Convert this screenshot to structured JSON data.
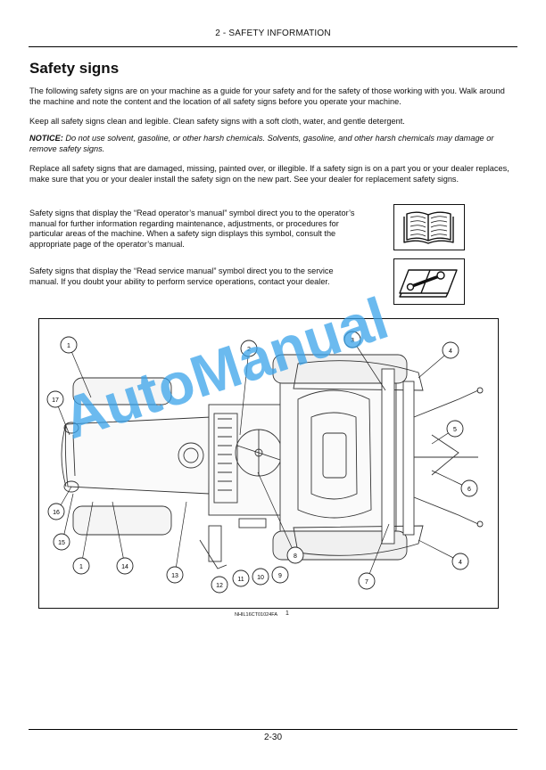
{
  "header": {
    "section": "2 - SAFETY INFORMATION"
  },
  "title": "Safety signs",
  "paragraphs": {
    "intro": "The following safety signs are on your machine as a guide for your safety and for the safety of those working with you. Walk around the machine and note the content and the location of all safety signs before you operate your machine.",
    "clean": "Keep all safety signs clean and legible. Clean safety signs with a soft cloth, water, and gentle detergent.",
    "notice_label": "NOTICE:",
    "notice_body": " Do not use solvent, gasoline, or other harsh chemicals. Solvents, gasoline, and other harsh chemicals may damage or remove safety signs.",
    "replace": "Replace all safety signs that are damaged, missing, painted over, or illegible. If a safety sign is on a part you or your dealer replaces, make sure that you or your dealer install the safety sign on the new part. See your dealer for replacement safety signs.",
    "operator_manual": "Safety signs that display the “Read operator’s manual” symbol direct you to the operator’s manual for further information regarding maintenance, adjustments, or procedures for particular areas of the machine. When a safety sign displays this symbol, consult the appropriate page of the operator’s manual.",
    "service_manual": "Safety signs that display the “Read service manual” symbol direct you to the service manual. If you doubt your ability to perform service operations, contact your dealer."
  },
  "icons": {
    "operator_manual": "open-book-icon",
    "service_manual": "wrench-book-icon"
  },
  "figure": {
    "callouts": [
      "1",
      "2",
      "3",
      "4",
      "17",
      "5",
      "6",
      "16",
      "15",
      "1",
      "14",
      "13",
      "8",
      "9",
      "10",
      "11",
      "12",
      "7",
      "4"
    ],
    "caption": "NHIL16CT01024FA",
    "number": "1"
  },
  "watermark": {
    "text": "AutoManual",
    "color": "#3aa3ea"
  },
  "footer": {
    "page": "2-30"
  }
}
